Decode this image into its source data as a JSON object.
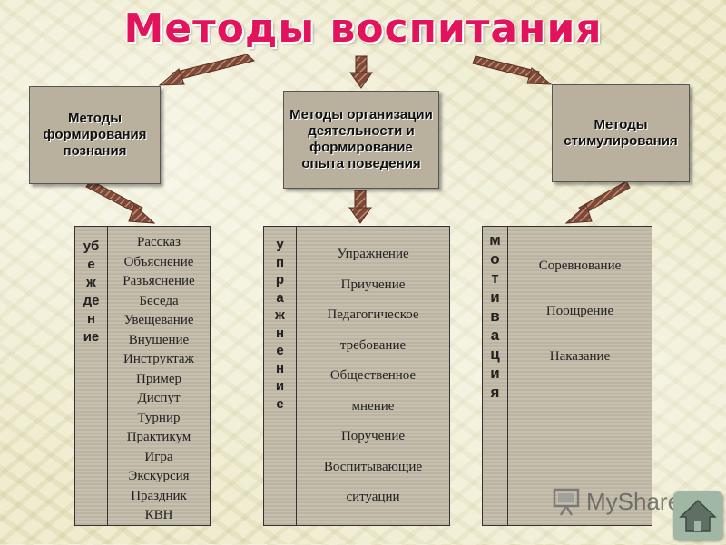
{
  "title": "Методы воспитания",
  "boxes": {
    "left": "Методы формирования познания",
    "center": "Методы организации деятельности и формирование опыта поведения",
    "right": "Методы стимулирования"
  },
  "panels": {
    "left": {
      "vertical": [
        "уб",
        "е",
        "ж",
        "де",
        "н",
        "ие"
      ],
      "items": [
        "Рассказ",
        "Объяснение",
        "Разъяснение",
        "Беседа",
        "Увещевание",
        "Внушение",
        "Инструктаж",
        "Пример",
        "Диспут",
        "Турнир",
        "Практикум",
        "Игра",
        "Экскурсия",
        "Праздник",
        "КВН"
      ]
    },
    "center": {
      "vertical": [
        "у",
        "п",
        "р",
        "а",
        "ж",
        "н",
        "е",
        "н",
        "и",
        "е"
      ],
      "items": [
        "Упражнение",
        "Приучение",
        "Педагогическое",
        "требование",
        "Общественное",
        "мнение",
        "Поручение",
        "Воспитывающие",
        "ситуации"
      ]
    },
    "right": {
      "vertical": [
        "м",
        "о",
        "т",
        "и",
        "в",
        "а",
        "ц",
        "и",
        "я"
      ],
      "items": [
        "Соревнование",
        "Поощрение",
        "Наказание"
      ]
    }
  },
  "logo": "MyShared",
  "icons": {
    "home": "home-icon",
    "logo": "presentation-logo-icon"
  }
}
